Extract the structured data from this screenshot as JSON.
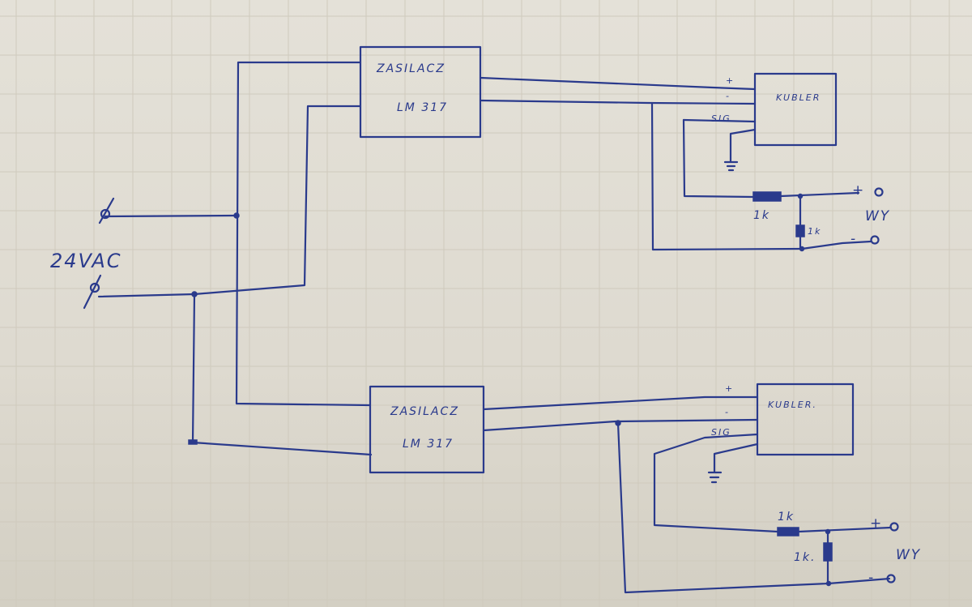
{
  "supply": {
    "label": "24VAC"
  },
  "psu_top": {
    "line1": "ZASILACZ",
    "line2": "LM 317"
  },
  "psu_bottom": {
    "line1": "ZASILACZ",
    "line2": "LM 317"
  },
  "encoder_top": {
    "label": "KUBLER"
  },
  "encoder_bottom": {
    "label": "KUBLER."
  },
  "pins": {
    "plus": "+",
    "minus": "-",
    "sig": "SIG"
  },
  "resistor_top": {
    "series": "1k",
    "shunt": "1k"
  },
  "resistor_bottom": {
    "series": "1k",
    "shunt": "1k."
  },
  "output_top": {
    "plus": "+",
    "minus": "-",
    "label": "WY"
  },
  "output_bottom": {
    "plus": "+",
    "minus": "-",
    "label": "WY"
  }
}
